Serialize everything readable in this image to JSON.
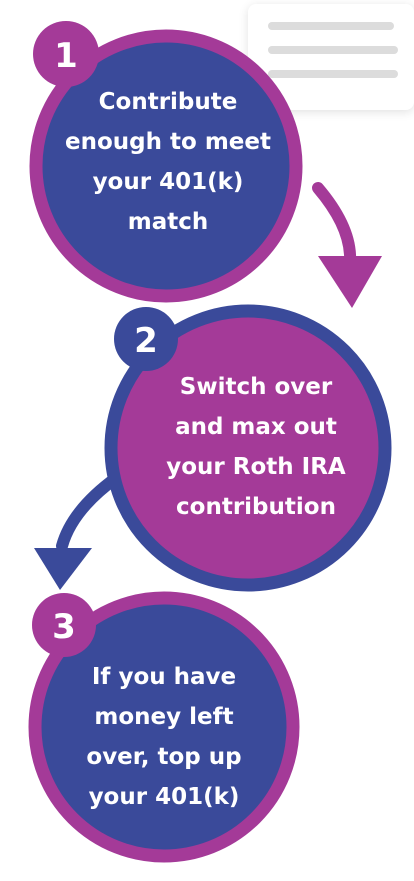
{
  "colors": {
    "purple": "#a43a98",
    "navy": "#3a4a9a",
    "card_line": "#dcdcdc"
  },
  "steps": [
    {
      "number": "1",
      "lines": [
        "Contribute",
        "enough to meet",
        "your 401(k)",
        "match"
      ]
    },
    {
      "number": "2",
      "lines": [
        "Switch over",
        "and max out",
        "your Roth IRA",
        "contribution"
      ]
    },
    {
      "number": "3",
      "lines": [
        "If you have",
        "money left",
        "over, top up",
        "your 401(k)"
      ]
    }
  ]
}
